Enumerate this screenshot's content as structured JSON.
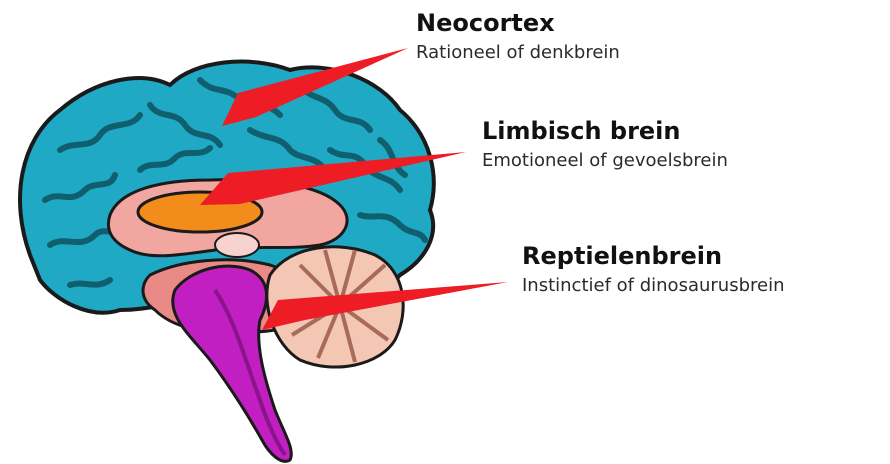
{
  "labels": {
    "neocortex": {
      "title": "Neocortex",
      "subtitle": "Rationeel of denkbrein"
    },
    "limbic": {
      "title": "Limbisch brein",
      "subtitle": "Emotioneel of gevoelsbrein"
    },
    "reptilian": {
      "title": "Reptielenbrein",
      "subtitle": "Instinctief of dinosaurusbrein"
    }
  },
  "colors": {
    "cortex": "#1fa9c4",
    "cortex_folds": "#0f5f6e",
    "outline": "#1a1a1a",
    "limbic_pink": "#f2a6a0",
    "thalamus_orange": "#f28c1a",
    "brainstem": "#c21fc2",
    "brainstem_dark": "#8a148a",
    "cerebellum": "#a86a5a",
    "cerebellum_light": "#f4c7b4",
    "arrow": "#ee1c24",
    "lower_pink": "#e98a86"
  }
}
